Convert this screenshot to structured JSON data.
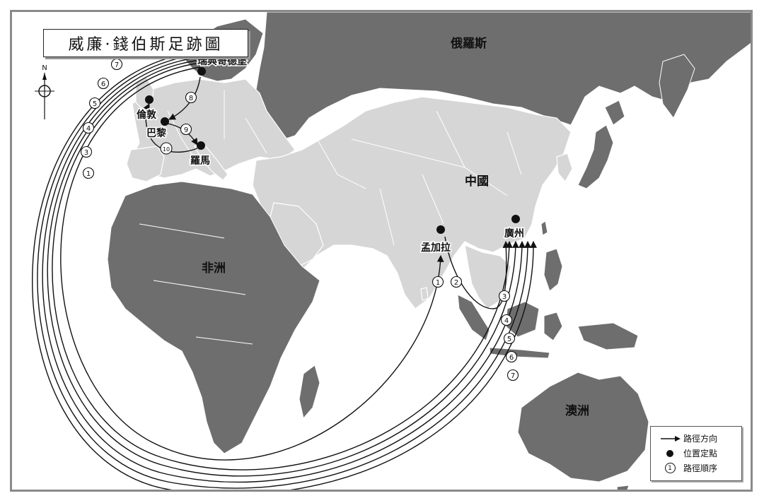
{
  "title": "威廉·錢伯斯足跡圖",
  "compass": {
    "north_label": "N"
  },
  "regions": {
    "russia": "俄羅斯",
    "china": "中國",
    "africa": "非洲",
    "australia": "澳洲"
  },
  "cities": {
    "stockholm": "瑞典哥德堡",
    "london": "倫敦",
    "paris": "巴黎",
    "rome": "羅馬",
    "bengal": "孟加拉",
    "guangzhou": "廣州"
  },
  "route_numbers": {
    "r1": "1",
    "r2": "2",
    "r3": "3",
    "r4": "4",
    "r5": "5",
    "r6": "6",
    "r7": "7",
    "r8": "8",
    "r9": "9",
    "r10": "10"
  },
  "legend": {
    "direction": "路徑方向",
    "location": "位置定點",
    "order": "路徑順序",
    "order_symbol": "1"
  },
  "colors": {
    "land_dark": "#6e6e6e",
    "land_light": "#d6d6d6",
    "sea": "#ffffff",
    "route": "#111111"
  }
}
